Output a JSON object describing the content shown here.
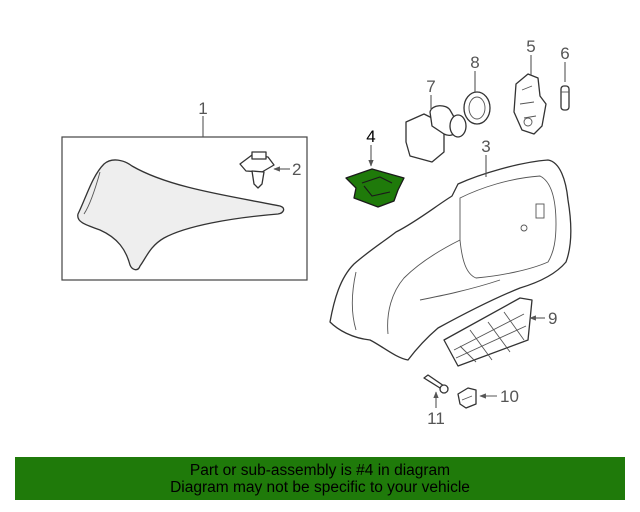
{
  "callouts": {
    "c1": "1",
    "c2": "2",
    "c3": "3",
    "c4": "4",
    "c5": "5",
    "c6": "6",
    "c7": "7",
    "c8": "8",
    "c9": "9",
    "c10": "10",
    "c11": "11"
  },
  "highlight": {
    "part": "4",
    "color": "#1f7a0a"
  },
  "banner": {
    "line1": "Part or sub-assembly is #4 in diagram",
    "line2": "Diagram may not be specific to your vehicle",
    "background": "#1f7a0a"
  }
}
